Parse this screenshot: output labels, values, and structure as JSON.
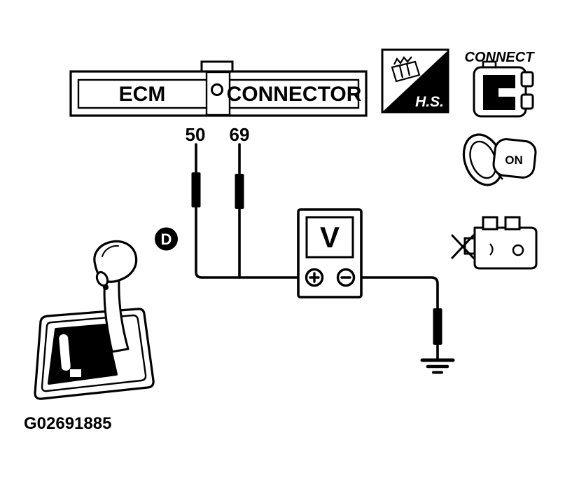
{
  "colors": {
    "ink": "#000000",
    "paper": "#ffffff"
  },
  "connector": {
    "left_label": "ECM",
    "right_label": "CONNECTOR",
    "pin_left": "50",
    "pin_right": "69"
  },
  "callout": {
    "label": "D"
  },
  "meter": {
    "display_label": "V",
    "positive_terminal_icon": "⊕",
    "negative_terminal_icon": "⊖"
  },
  "icons": {
    "ground": "⏚",
    "harness_connector": "connector-sketch",
    "ignition_key": "key-in-cylinder",
    "engine": "engine-block"
  },
  "badges": {
    "harness_side": "H.S.",
    "connect": "CONNECT",
    "ignition": "ON"
  },
  "figure_id": "G02691885"
}
